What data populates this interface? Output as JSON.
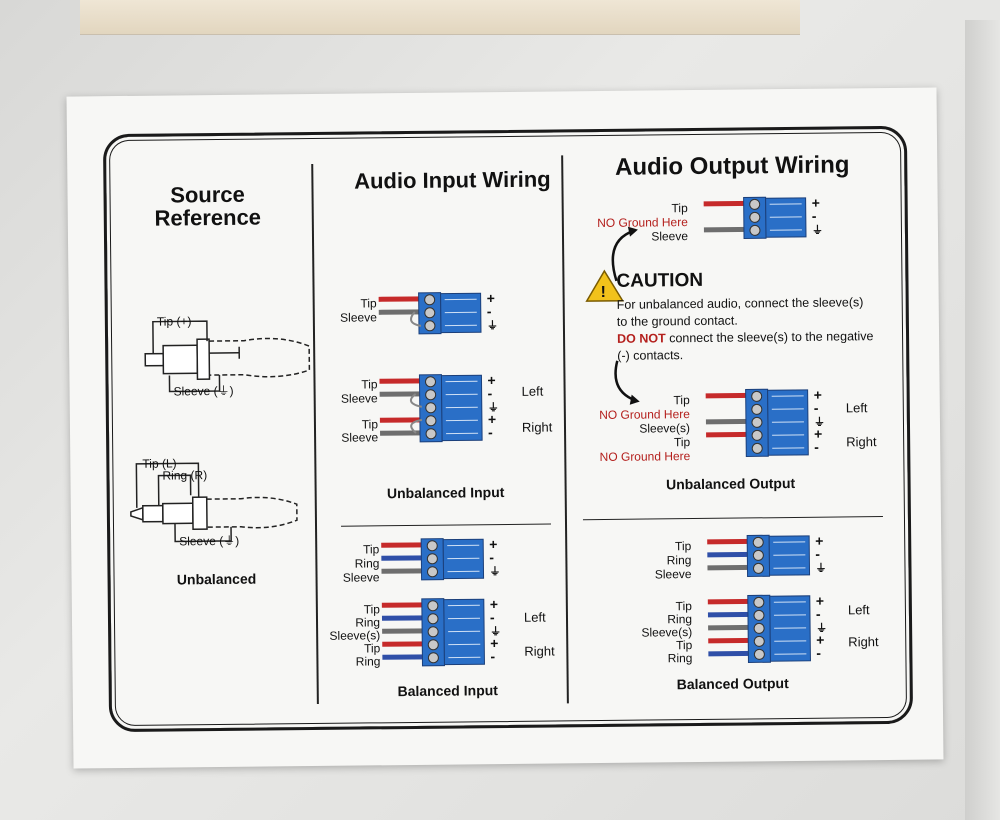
{
  "source": {
    "title": "Source Reference",
    "rca_tip": "Tip (+)",
    "rca_sleeve": "Sleeve (⏚)",
    "trs_tip": "Tip (L)",
    "trs_ring": "Ring (R)",
    "trs_sleeve": "Sleeve (⏚)",
    "caption": "Unbalanced"
  },
  "input": {
    "title": "Audio Input Wiring",
    "unbal_mono_tip": "Tip",
    "unbal_mono_sleeve": "Sleeve",
    "unbal_st_tip1": "Tip",
    "unbal_st_sleeve1": "Sleeve",
    "unbal_st_tip2": "Tip",
    "unbal_st_sleeve2": "Sleeve",
    "left": "Left",
    "right": "Right",
    "unbal_caption": "Unbalanced Input",
    "bal_mono": [
      "Tip",
      "Ring",
      "Sleeve"
    ],
    "bal_st": [
      "Tip",
      "Ring",
      "Sleeve(s)",
      "Tip",
      "Ring"
    ],
    "bal_caption": "Balanced Input"
  },
  "output": {
    "title": "Audio Output Wiring",
    "top_tip": "Tip",
    "top_no_ground": "NO Ground Here",
    "top_sleeve": "Sleeve",
    "caution_title": "CAUTION",
    "caution_line1": "For unbalanced audio, connect the sleeve(s) to the ground contact.",
    "caution_do_not": "DO NOT",
    "caution_line2": " connect the sleeve(s) to the negative (-) contacts.",
    "unbal_st": [
      "Tip",
      "NO Ground Here",
      "Sleeve(s)",
      "Tip",
      "NO Ground Here"
    ],
    "left": "Left",
    "right": "Right",
    "unbal_caption": "Unbalanced Output",
    "bal_mono": [
      "Tip",
      "Ring",
      "Sleeve"
    ],
    "bal_st": [
      "Tip",
      "Ring",
      "Sleeve(s)",
      "Tip",
      "Ring"
    ],
    "bal_caption": "Balanced Output"
  },
  "signs": {
    "plus": "+",
    "minus": "-",
    "ground": "⏚"
  },
  "colors": {
    "red_wire": "#c62a2a",
    "blue_wire": "#2f4fa8",
    "gray_wire": "#6e6e6e",
    "terminal_blue": "#2a6fc7",
    "warning_yellow": "#f2c21b"
  },
  "icons": [
    "warning-triangle-icon",
    "curved-arrow-icon",
    "terminal-block-icon",
    "rca-plug-icon",
    "trs-plug-icon"
  ]
}
